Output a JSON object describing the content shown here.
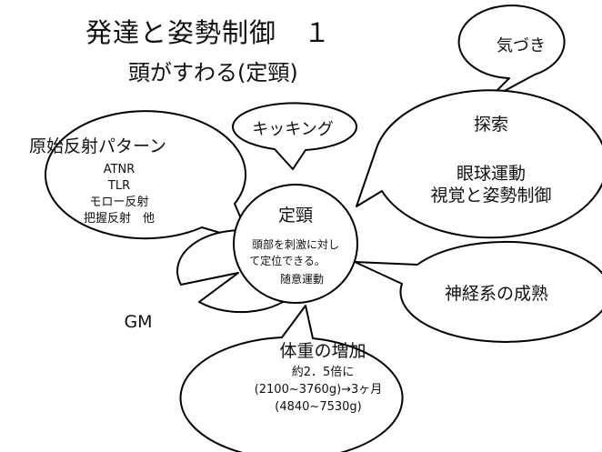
{
  "title": "発達と姿勢制御　１",
  "subtitle": "頭がすわる(定頸)",
  "center": {
    "heading": "定頸",
    "line1": "頭部を刺激に対し",
    "line2": "て定位できる。",
    "line3": "随意運動"
  },
  "primitive_reflexes": {
    "heading": "原始反射パターン",
    "items": [
      "ATNR",
      "TLR",
      "モロー反射",
      "把握反射　他"
    ]
  },
  "kicking": {
    "label": "キッキング"
  },
  "awareness": {
    "label": "気づき"
  },
  "exploration": {
    "heading": "探索",
    "line1": "眼球運動",
    "line2": "視覚と姿勢制御"
  },
  "nervous_system": {
    "label": "神経系の成熟"
  },
  "gm": {
    "label": "GM"
  },
  "weight": {
    "heading": "体重の増加",
    "line1": "約2．5倍に",
    "line2": "(2100~3760g)→3ヶ月",
    "line3": "(4840~7530g)"
  }
}
